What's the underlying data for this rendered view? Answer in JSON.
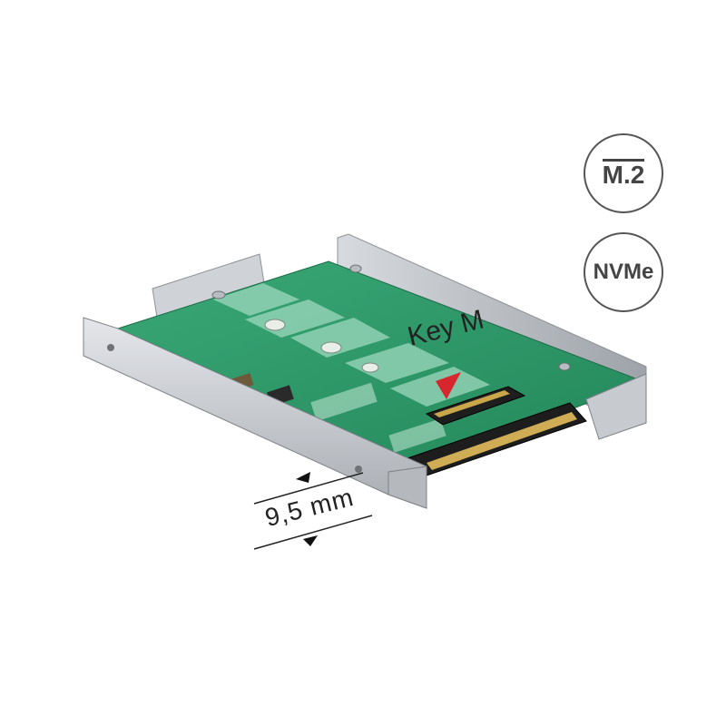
{
  "badges": {
    "m2": "M.2",
    "nvme": "NVMe"
  },
  "callout": {
    "key_label": "Key M"
  },
  "dimension": {
    "height_label": "9,5 mm"
  },
  "colors": {
    "pcb_green": "#2f9f6a",
    "metal_frame": "#c9ccd1",
    "marker_red": "#d8262f",
    "badge_stroke": "#555555"
  }
}
